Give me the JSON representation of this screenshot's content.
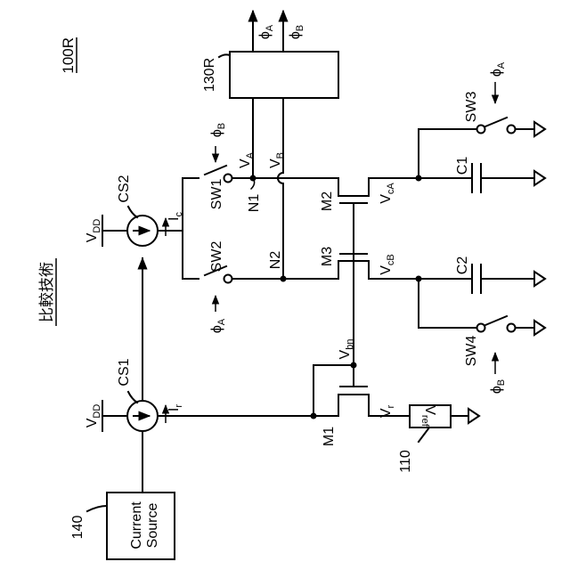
{
  "figure": {
    "label": "100R",
    "title": "比較技術"
  },
  "blocks": {
    "logic_id": "130R",
    "current_source_id": "140",
    "current_source_line1": "Current",
    "current_source_line2": "Source",
    "vref_id": "110",
    "vref_label": "V",
    "vref_sub": "ref"
  },
  "sources": {
    "cs1": "CS1",
    "cs2": "CS2",
    "vdd": "V",
    "vdd_sub": "DD",
    "ir": "I",
    "ir_sub": "r",
    "ic": "I",
    "ic_sub": "c"
  },
  "switches": {
    "sw1": "SW1",
    "sw2": "SW2",
    "sw3": "SW3",
    "sw4": "SW4",
    "phi": "ϕ",
    "a": "A",
    "b": "B"
  },
  "transistors": {
    "m1": "M1",
    "m2": "M2",
    "m3": "M3"
  },
  "capacitors": {
    "c1": "C1",
    "c2": "C2"
  },
  "nodes": {
    "n1": "N1",
    "n2": "N2",
    "v": "V",
    "va_sub": "A",
    "vb_sub": "B",
    "vca_sub": "cA",
    "vcb_sub": "cB",
    "vbn_sub": "bn",
    "vr_sub": "r"
  },
  "outputs": {
    "phi": "ϕ",
    "a": "A",
    "b": "B"
  }
}
